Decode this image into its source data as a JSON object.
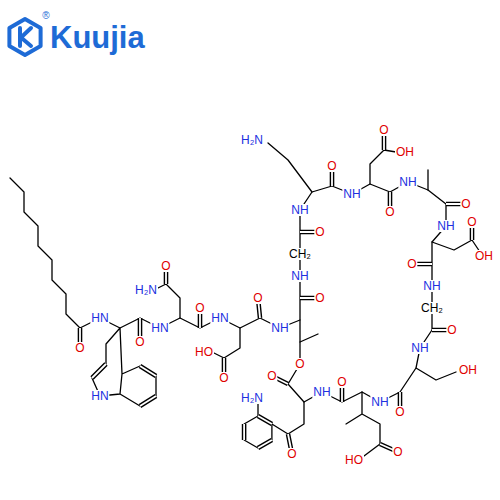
{
  "diagram": {
    "labels": [
      "®",
      "Kuujia",
      "O",
      "H₂N",
      "OH",
      "O",
      "NH",
      "NH",
      "O",
      "NH",
      "O",
      "O",
      "NH",
      "O",
      "CH₂",
      "OH",
      "O",
      "O",
      "NH",
      "NH",
      "H₂N",
      "O",
      "O",
      "O",
      "CH₂",
      "HN",
      "HN",
      "HN",
      "NH",
      "O",
      "O",
      "O",
      "NH",
      "HO",
      "O",
      "OH",
      "O",
      "O",
      "O",
      "NH",
      "H₂N",
      "HN",
      "NH",
      "O",
      "O",
      "O",
      "HO"
    ]
  }
}
